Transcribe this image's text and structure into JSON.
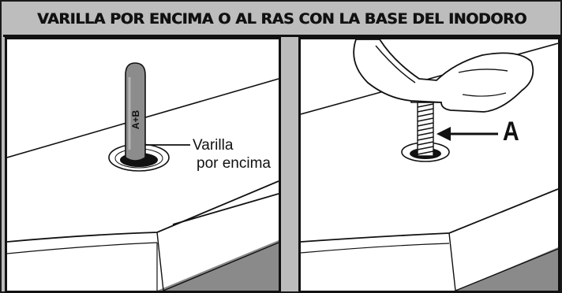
{
  "title": "VARILLA POR ENCIMA O AL RAS CON LA BASE DEL INODORO",
  "left_panel": {
    "rod_marking": "A+B",
    "callout_line1": "Varilla",
    "callout_line2": "por encima"
  },
  "right_panel": {
    "callout_label": "A"
  },
  "colors": {
    "frame": "#bcbcbc",
    "ink": "#111111",
    "floor_shade": "#8a8a8a",
    "rod": "#8c8c8c"
  }
}
